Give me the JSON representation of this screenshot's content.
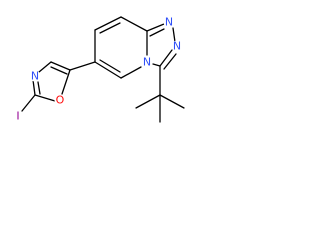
{
  "molecule": {
    "atoms": {
      "oxazole_N": {
        "label": "N",
        "color": "#3050f8"
      },
      "oxazole_O": {
        "label": "O",
        "color": "#ff0d0d"
      },
      "iodine": {
        "label": "I",
        "color": "#940094"
      },
      "triazole_N1": {
        "label": "N",
        "color": "#3050f8"
      },
      "triazole_N2": {
        "label": "N",
        "color": "#3050f8"
      },
      "bridge_N": {
        "label": "N",
        "color": "#3050f8"
      }
    },
    "bond_color": "#000000",
    "background": "#ffffff"
  }
}
